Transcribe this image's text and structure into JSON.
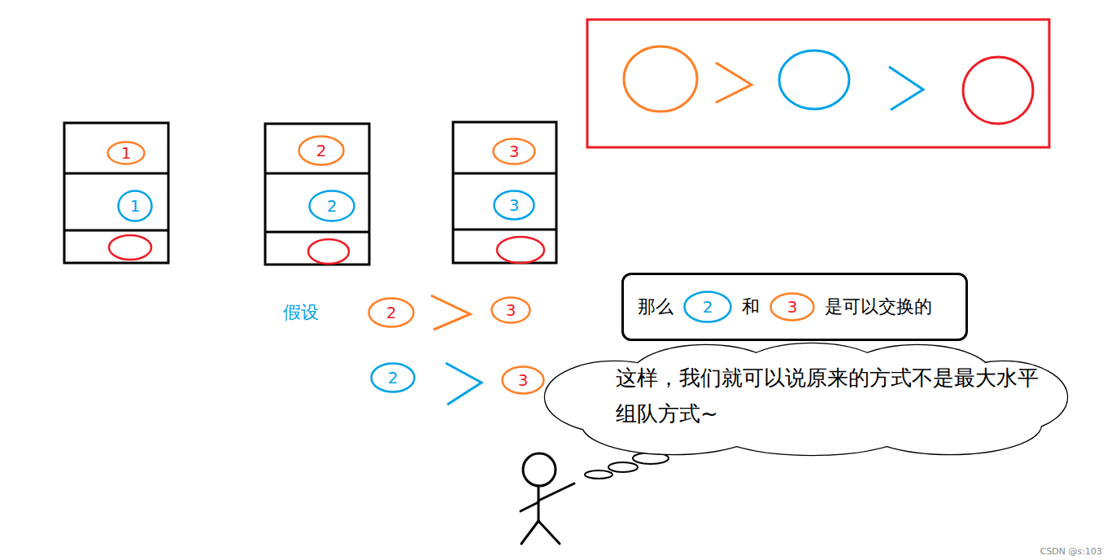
{
  "diagram": {
    "nodes": [
      {
        "text": [
          "1"
        ]
      },
      {
        "text": [
          "2"
        ]
      },
      {
        "text": [
          "3"
        ]
      },
      {
        "text": [
          "1"
        ]
      },
      {
        "text": [
          "2"
        ]
      },
      {
        "text": [
          "3"
        ]
      },
      {
        "text": [
          "2"
        ]
      },
      {
        "text": [
          "3"
        ]
      },
      {
        "text": [
          "那么",
          "和",
          "是可以交换的"
        ]
      },
      {
        "text": [
          "2"
        ],
        "in": 8
      },
      {
        "text": [
          "3"
        ],
        "in": 8
      },
      {
        "text": [
          "2"
        ]
      },
      {
        "text": [
          "3"
        ]
      },
      {
        "text": [
          "这样，我们就可以说原来的方式不是最大水平组队方式~"
        ]
      }
    ],
    "labels": [
      "假设",
      "CSDN @s:103"
    ]
  }
}
